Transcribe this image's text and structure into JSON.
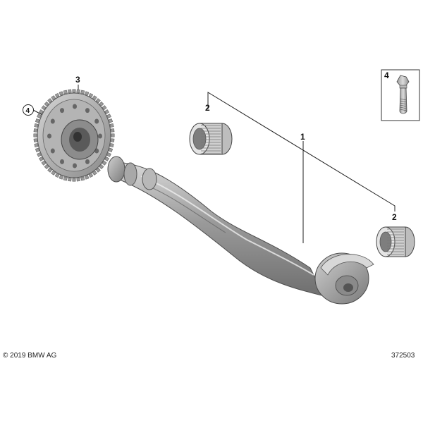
{
  "diagram": {
    "callouts": {
      "shaft": "1",
      "bearing_upper": "2",
      "bearing_lower": "2",
      "gear": "3",
      "gear_circled": "4",
      "bolt": "4"
    }
  },
  "footer": {
    "copyright": "© 2019 BMW AG",
    "diagram_number": "372503"
  }
}
